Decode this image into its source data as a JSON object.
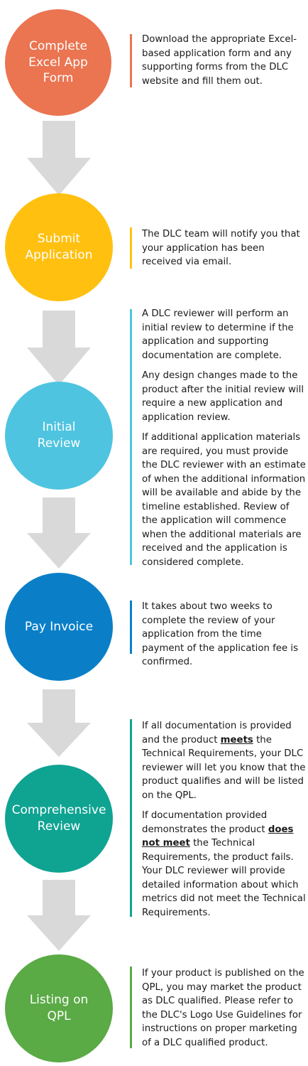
{
  "steps": [
    {
      "label": "Complete\nExcel App\nForm",
      "color": "#EB7451",
      "paragraphs": [
        "Download the appropriate Excel-based application form and any supporting forms from the DLC website and fill them out."
      ]
    },
    {
      "label": "Submit\nApplication",
      "color": "#FFC010",
      "paragraphs": [
        "The DLC team will notify you that your application has been received via email."
      ]
    },
    {
      "label": "Initial\nReview",
      "color": "#4EC4E0",
      "paragraphs": [
        "A DLC reviewer will perform an initial review to determine if the application and supporting documentation are complete.",
        "Any design changes made to the product after the initial review will require a new application and application review.",
        "If additional application materials are required, you must provide the DLC reviewer with an estimate of when the additional information will be available and abide by the timeline established. Review of the application will commence when the additional materials are received and the application is considered complete."
      ]
    },
    {
      "label": "Pay Invoice",
      "color": "#0A7FC8",
      "paragraphs": [
        "It takes about two weeks to complete the review of your application from the time payment of the application fee is confirmed."
      ]
    },
    {
      "label": "Comprehensive\nReview",
      "color": "#0FA392",
      "p5a_1": "If all documentation is provided and the product ",
      "p5a_em": "meets",
      "p5a_2": " the Technical Requirements, your DLC reviewer will let you know that the product qualifies and will be listed on the QPL.",
      "p5b_1": "If documentation provided demonstrates the product ",
      "p5b_em": "does not meet",
      "p5b_2": " the Technical Requirements, the product fails. Your DLC reviewer will provide detailed information about which metrics did not meet the Technical Requirements."
    },
    {
      "label": "Listing on\nQPL",
      "color": "#5AAA45",
      "paragraphs": [
        "If your product is published on the QPL, you may market the product as DLC qualified. Please refer to the DLC's Logo Use Guidelines for instructions on proper marketing of a DLC qualified product."
      ]
    }
  ],
  "arrow_color": "#D9D9D9"
}
